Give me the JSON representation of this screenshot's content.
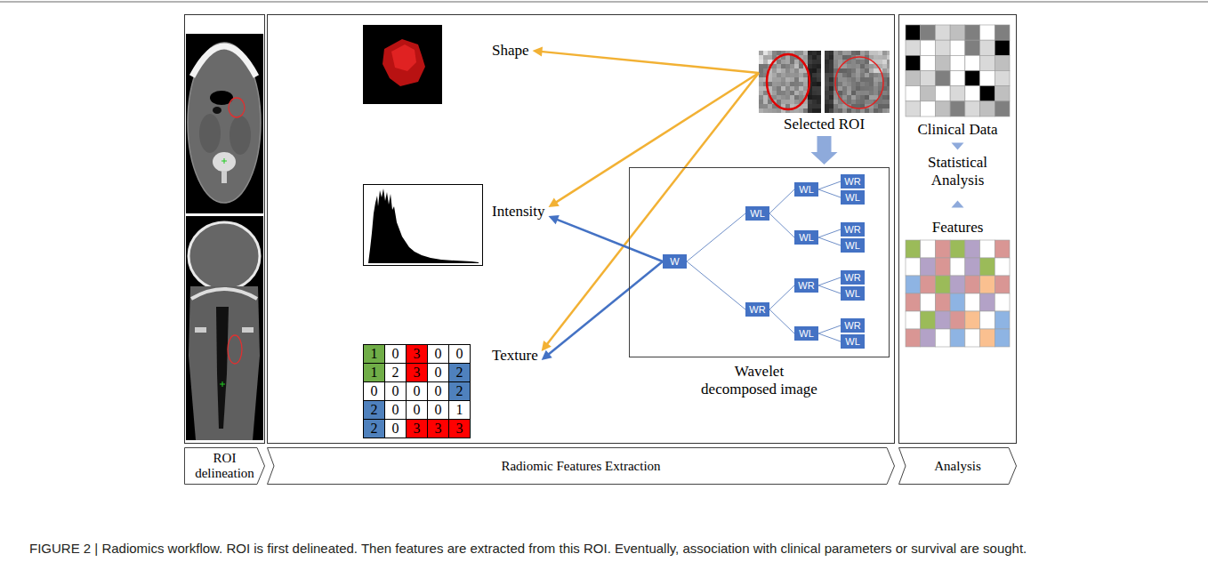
{
  "diagram": {
    "caption": "FIGURE 2 | Radiomics workflow. ROI is first delineated. Then features are extracted from this ROI. Eventually, association with clinical parameters or survival are sought.",
    "nodes": [
      {
        "text": [
          "Shape"
        ]
      },
      {
        "text": [
          "Intensity"
        ]
      },
      {
        "text": [
          "Texture"
        ]
      },
      {
        "text": [
          "Selected ROI"
        ]
      },
      {
        "text": [
          "Wavelet decomposed image"
        ]
      },
      {
        "text": [
          "W"
        ],
        "in": 4
      },
      {
        "text": [
          "WL"
        ],
        "in": 4
      },
      {
        "text": [
          "WR"
        ],
        "in": 4
      },
      {
        "text": [
          "WL"
        ],
        "in": 4
      },
      {
        "text": [
          "WL"
        ],
        "in": 4
      },
      {
        "text": [
          "WR"
        ],
        "in": 4
      },
      {
        "text": [
          "WL"
        ],
        "in": 4
      },
      {
        "text": [
          "WR"
        ],
        "in": 4
      },
      {
        "text": [
          "WL"
        ],
        "in": 4
      },
      {
        "text": [
          "WR"
        ],
        "in": 4
      },
      {
        "text": [
          "WL"
        ],
        "in": 4
      },
      {
        "text": [
          "WR"
        ],
        "in": 4
      },
      {
        "text": [
          "WL"
        ],
        "in": 4
      },
      {
        "text": [
          "WR"
        ],
        "in": 4
      },
      {
        "text": [
          "WL"
        ],
        "in": 4
      },
      {
        "text": [
          "Clinical Data"
        ]
      },
      {
        "text": [
          "Statistical Analysis"
        ]
      },
      {
        "text": [
          "Features"
        ]
      },
      {
        "text": [
          "ROI delineation"
        ]
      },
      {
        "text": [
          "Radiomic Features Extraction"
        ]
      },
      {
        "text": [
          "Analysis"
        ]
      }
    ],
    "edges": [
      {
        "from": 3,
        "to": 0,
        "arrow": "to"
      },
      {
        "from": 3,
        "to": 1,
        "arrow": "to"
      },
      {
        "from": 3,
        "to": 2,
        "arrow": "to"
      },
      {
        "from": 5,
        "to": 1,
        "arrow": "to"
      },
      {
        "from": 5,
        "to": 2,
        "arrow": "to"
      },
      {
        "from": 3,
        "to": 4,
        "arrow": "to"
      },
      {
        "from": 5,
        "to": 6,
        "arrow": "none"
      },
      {
        "from": 5,
        "to": 7,
        "arrow": "none"
      },
      {
        "from": 6,
        "to": 8,
        "arrow": "none"
      },
      {
        "from": 6,
        "to": 9,
        "arrow": "none"
      },
      {
        "from": 7,
        "to": 10,
        "arrow": "none"
      },
      {
        "from": 7,
        "to": 11,
        "arrow": "none"
      },
      {
        "from": 8,
        "to": 12,
        "arrow": "none"
      },
      {
        "from": 8,
        "to": 13,
        "arrow": "none"
      },
      {
        "from": 9,
        "to": 14,
        "arrow": "none"
      },
      {
        "from": 9,
        "to": 15,
        "arrow": "none"
      },
      {
        "from": 10,
        "to": 16,
        "arrow": "none"
      },
      {
        "from": 10,
        "to": 17,
        "arrow": "none"
      },
      {
        "from": 11,
        "to": 18,
        "arrow": "none"
      },
      {
        "from": 11,
        "to": 19,
        "arrow": "none"
      },
      {
        "from": 20,
        "to": 21,
        "arrow": "to"
      },
      {
        "from": 22,
        "to": 21,
        "arrow": "to"
      }
    ],
    "labels": [
      "1",
      "0",
      "3",
      "0",
      "0",
      "1",
      "2",
      "3",
      "0",
      "2",
      "0",
      "0",
      "0",
      "0",
      "2",
      "2",
      "0",
      "0",
      "0",
      "1",
      "2",
      "0",
      "3",
      "3",
      "3"
    ]
  }
}
